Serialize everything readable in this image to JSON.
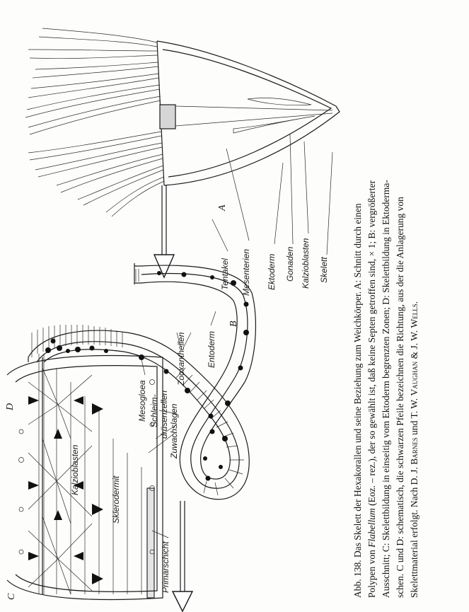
{
  "figure": {
    "panel_labels": {
      "a": "A",
      "b": "B",
      "c": "C",
      "d": "D"
    },
    "labels": {
      "tentakel": "Tentakel",
      "mesenterien": "Mesenterien",
      "ektoderm": "Ektoderm",
      "gonaden": "Gonaden",
      "kalzioblasten_a": "Kalzioblasten",
      "skelett": "Skelett",
      "zooxanthellen": "Zooxanthellen",
      "entoderm": "Entoderm",
      "mesogloea": "Mesogloea",
      "schleim_1": "Schleim-",
      "schleim_2": "drüsenzellen",
      "zuwachslagen": "Zuwachslagen",
      "kalzioblasten_c": "Kalzioblasten",
      "sklerodermit": "Sklerodermit",
      "primarschicht": "Primärschicht"
    }
  },
  "caption": {
    "line1_a": "Abb. 138. Das Skelett der Hexakorallen und seine Beziehung zum Weichkörper. A: Schnitt durch einen",
    "line2_a": "Polypen von ",
    "line2_genus": "Flabellum",
    "line2_b": " (Eoz. – rez.), der so gewählt ist, daß keine Septen getroffen sind, × 1; B: vergrößerter",
    "line3": "Ausschnitt; C: Skelettbildung in einseitig vom Ektoderm begrenzten Zonen; D: Skelettbildung in Ektoderma-",
    "line4": "schen. C und D: schematisch, die schwarzen Pfeile bezeichnen die Richtung, aus der die Anlagerung von",
    "line5_a": "Skelettmaterial erfolgt. Nach D. J. ",
    "line5_barnes": "Barnes",
    "line5_b": " und T. W. ",
    "line5_vaughan": "Vaughan",
    "line5_c": " & J. W. ",
    "line5_wells": "Wells",
    "line5_d": "."
  }
}
